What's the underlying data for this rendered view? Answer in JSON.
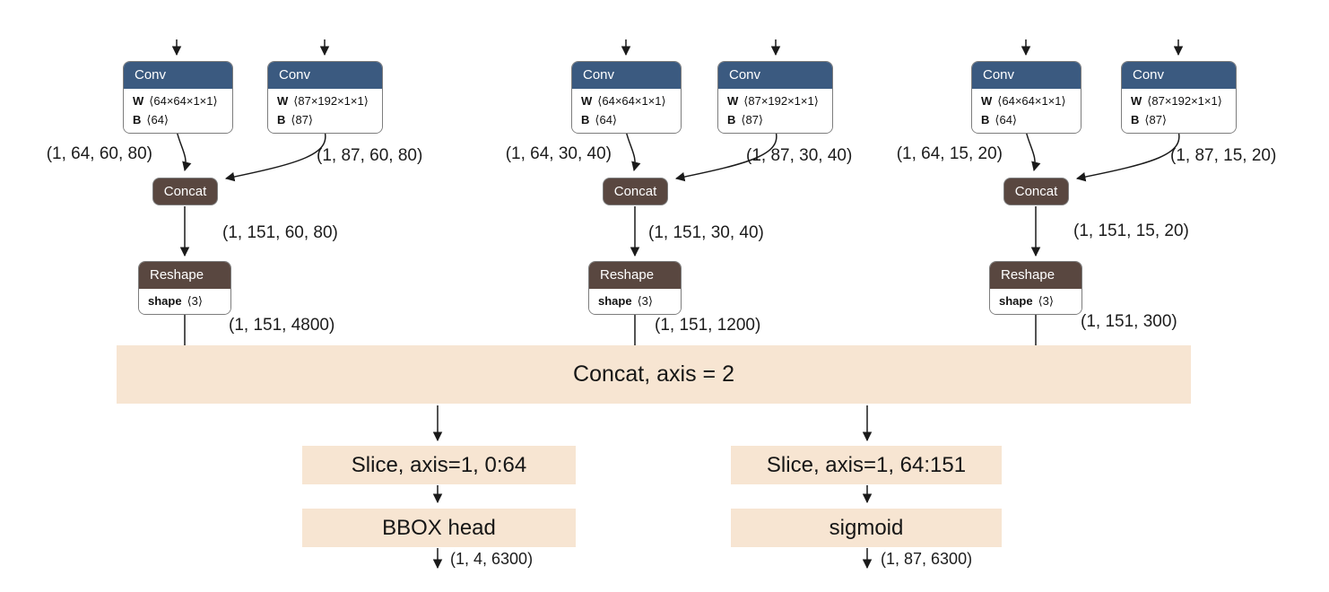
{
  "diagram_title": "detection-head model graph",
  "colors": {
    "conv_header": "#3b5a80",
    "op_brown": "#594740",
    "annotation_bg": "#f7e5d2",
    "node_border": "#7d7d7d",
    "edge": "#1a1a1a"
  },
  "branches": [
    {
      "conv1": {
        "title": "Conv",
        "w_key": "W",
        "w": "⟨64×64×1×1⟩",
        "b_key": "B",
        "b": "⟨64⟩"
      },
      "conv2": {
        "title": "Conv",
        "w_key": "W",
        "w": "⟨87×192×1×1⟩",
        "b_key": "B",
        "b": "⟨87⟩"
      },
      "in_left": "(1, 64, 60, 80)",
      "in_right": "(1, 87, 60, 80)",
      "concat": "Concat",
      "concat_out": "(1, 151, 60, 80)",
      "reshape": {
        "title": "Reshape",
        "key": "shape",
        "val": "⟨3⟩"
      },
      "reshape_out": "(1, 151, 4800)"
    },
    {
      "conv1": {
        "title": "Conv",
        "w_key": "W",
        "w": "⟨64×64×1×1⟩",
        "b_key": "B",
        "b": "⟨64⟩"
      },
      "conv2": {
        "title": "Conv",
        "w_key": "W",
        "w": "⟨87×192×1×1⟩",
        "b_key": "B",
        "b": "⟨87⟩"
      },
      "in_left": "(1, 64, 30, 40)",
      "in_right": "(1, 87, 30, 40)",
      "concat": "Concat",
      "concat_out": "(1, 151, 30, 40)",
      "reshape": {
        "title": "Reshape",
        "key": "shape",
        "val": "⟨3⟩"
      },
      "reshape_out": "(1, 151, 1200)"
    },
    {
      "conv1": {
        "title": "Conv",
        "w_key": "W",
        "w": "⟨64×64×1×1⟩",
        "b_key": "B",
        "b": "⟨64⟩"
      },
      "conv2": {
        "title": "Conv",
        "w_key": "W",
        "w": "⟨87×192×1×1⟩",
        "b_key": "B",
        "b": "⟨87⟩"
      },
      "in_left": "(1, 64, 15, 20)",
      "in_right": "(1, 87, 15, 20)",
      "concat": "Concat",
      "concat_out": "(1, 151, 15, 20)",
      "reshape": {
        "title": "Reshape",
        "key": "shape",
        "val": "⟨3⟩"
      },
      "reshape_out": "(1, 151, 300)"
    }
  ],
  "bottom": {
    "concat_axis": "Concat, axis = 2",
    "slice_left": "Slice, axis=1, 0:64",
    "slice_right": "Slice, axis=1, 64:151",
    "bbox_head": "BBOX head",
    "sigmoid": "sigmoid",
    "out_left": "(1, 4, 6300)",
    "out_right": "(1, 87, 6300)"
  }
}
